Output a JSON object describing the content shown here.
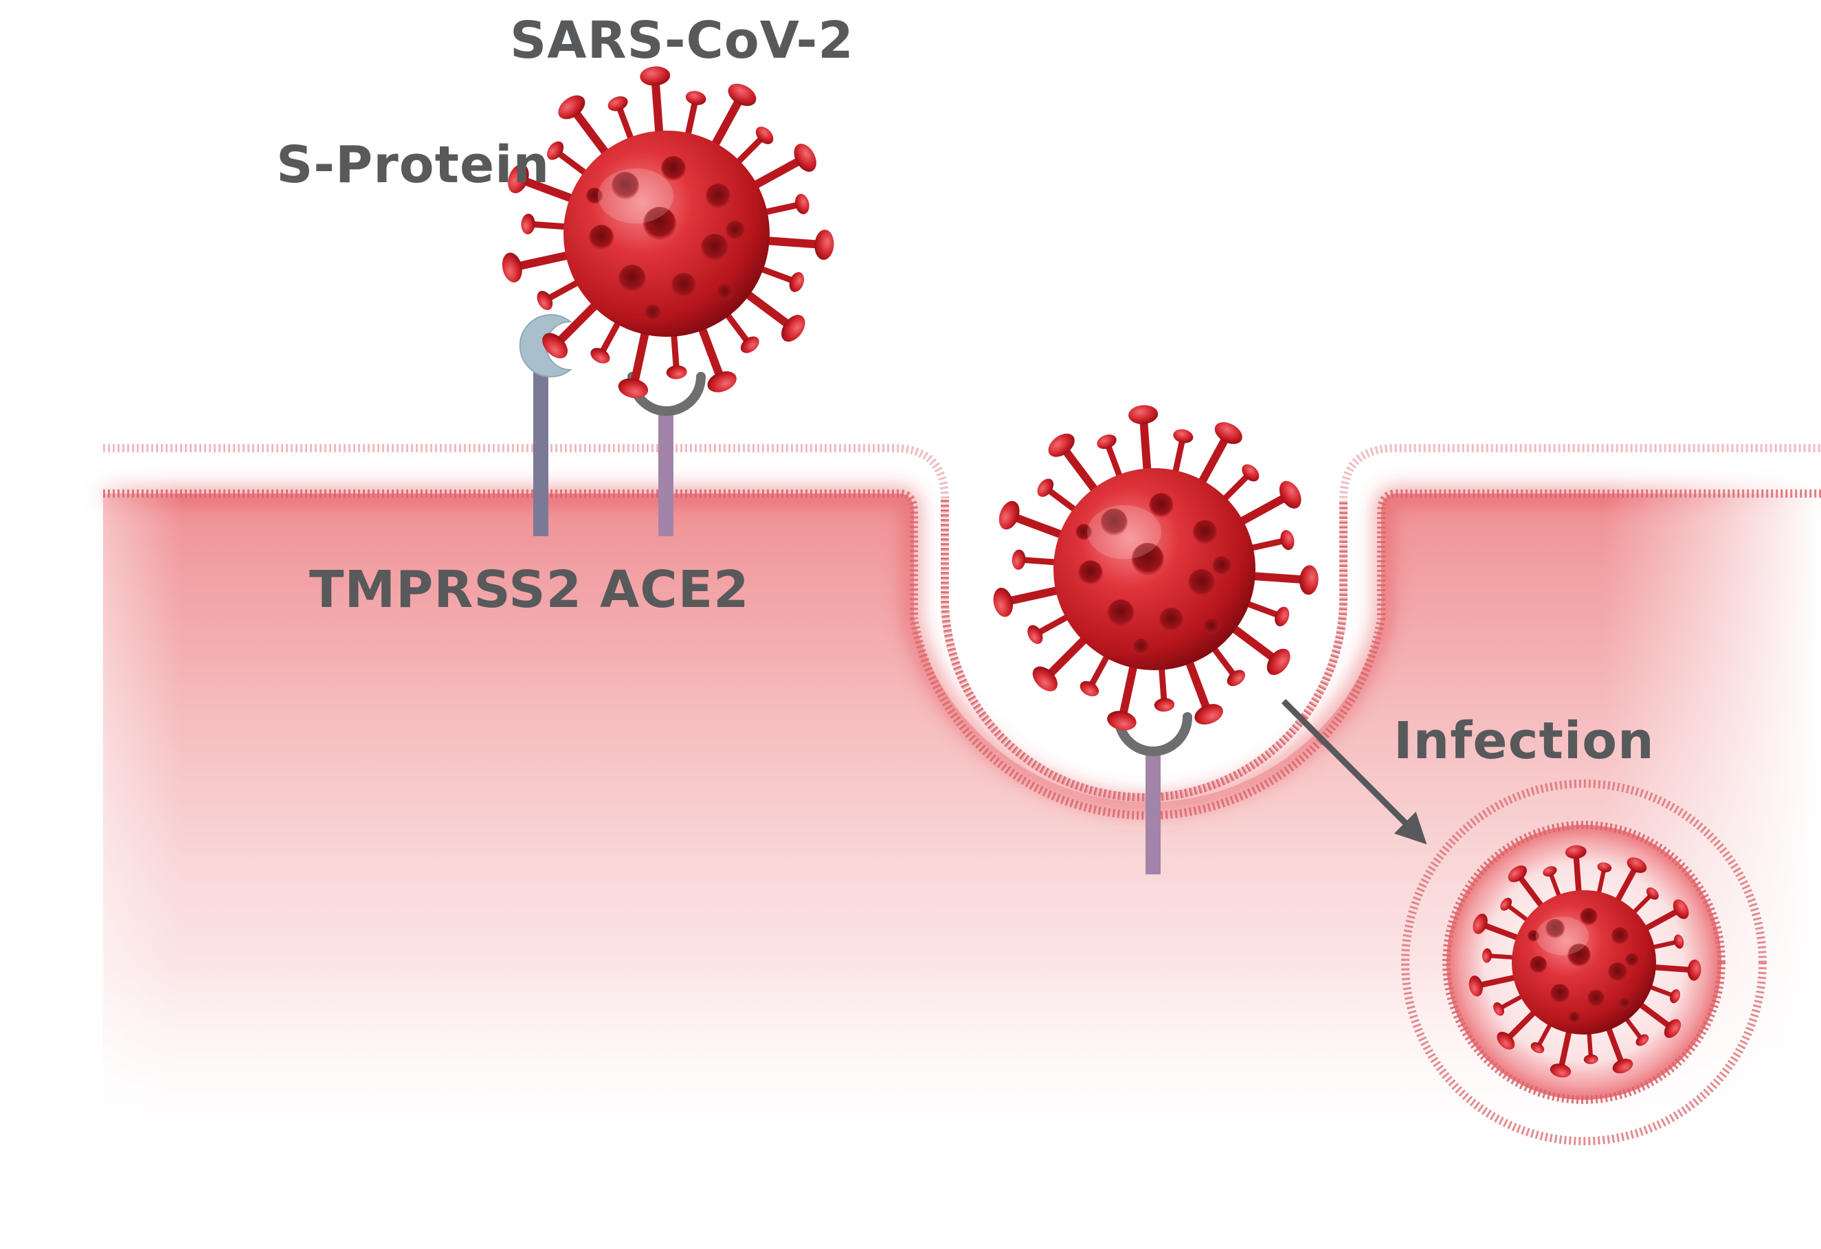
{
  "labels": {
    "virus": "SARS-CoV-2",
    "spike": "S-Protein",
    "tmprss2": "TMPRSS2",
    "ace2": "ACE2",
    "infection": "Infection"
  },
  "colors": {
    "virus_red": "#d42d33",
    "virus_dark": "#8e1016",
    "tissue_pink": "#f08a8e",
    "membrane_dash": "#e07a80",
    "label_gray": "#58595b",
    "tmprss2_stalk": "#7b7a96",
    "tmprss2_head": "#a9c0cc",
    "ace2_stalk": "#a184a8",
    "receptor_cup": "#6d6e70",
    "arrow": "#58595b"
  }
}
